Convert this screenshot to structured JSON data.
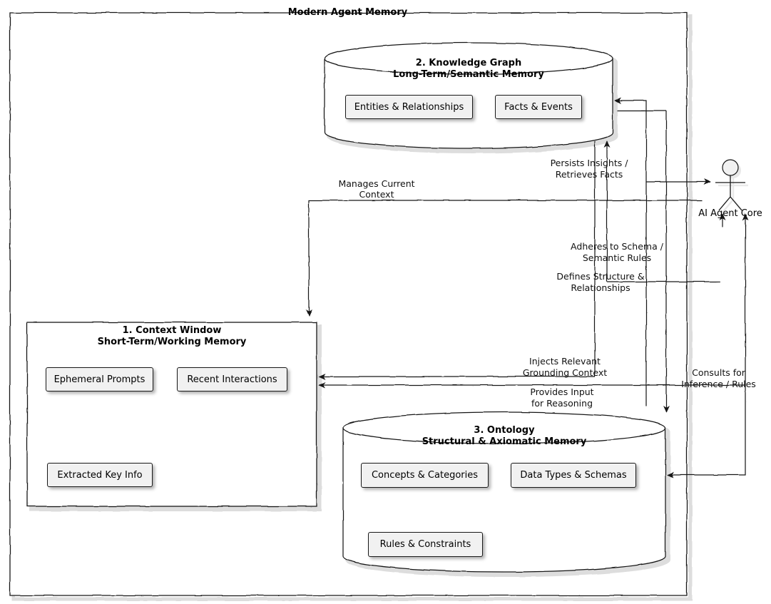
{
  "diagram": {
    "type": "uml-component-diagram",
    "frame_title": "Modern Agent Memory"
  },
  "packages": [
    {
      "id": "context-window",
      "shape": "rectangle",
      "title_line1": "1. Context Window",
      "title_line2": "Short-Term/Working Memory",
      "nodes": [
        {
          "label": "Ephemeral Prompts"
        },
        {
          "label": "Recent Interactions"
        },
        {
          "label": "Extracted Key Info"
        }
      ]
    },
    {
      "id": "knowledge-graph",
      "shape": "database-cylinder",
      "title_line1": "2. Knowledge Graph",
      "title_line2": "Long-Term/Semantic Memory",
      "nodes": [
        {
          "label": "Entities & Relationships"
        },
        {
          "label": "Facts & Events"
        }
      ]
    },
    {
      "id": "ontology",
      "shape": "database-cylinder",
      "title_line1": "3. Ontology",
      "title_line2": "Structural & Axiomatic Memory",
      "nodes": [
        {
          "label": "Concepts & Categories"
        },
        {
          "label": "Data Types & Schemas"
        },
        {
          "label": "Rules & Constraints"
        }
      ]
    }
  ],
  "actor": {
    "label": "AI Agent Core"
  },
  "edges": [
    {
      "id": "manages-current-context",
      "line1": "Manages Current",
      "line2": "Context"
    },
    {
      "id": "persists-insights",
      "line1": "Persists Insights /",
      "line2": "Retrieves Facts"
    },
    {
      "id": "adheres-to-schema",
      "line1": "Adheres to Schema /",
      "line2": "Semantic Rules"
    },
    {
      "id": "defines-structure",
      "line1": "Defines Structure &",
      "line2": "Relationships"
    },
    {
      "id": "injects-grounding",
      "line1": "Injects Relevant",
      "line2": "Grounding Context"
    },
    {
      "id": "provides-input",
      "line1": "Provides Input",
      "line2": "for Reasoning"
    },
    {
      "id": "consults-for-inference",
      "line1": "Consults for",
      "line2": "Inference / Rules"
    }
  ],
  "colors": {
    "node_fill": "#F1F1F1",
    "stroke": "#181818",
    "background": "#FFFFFF",
    "shadow": "#D8D8D8"
  }
}
